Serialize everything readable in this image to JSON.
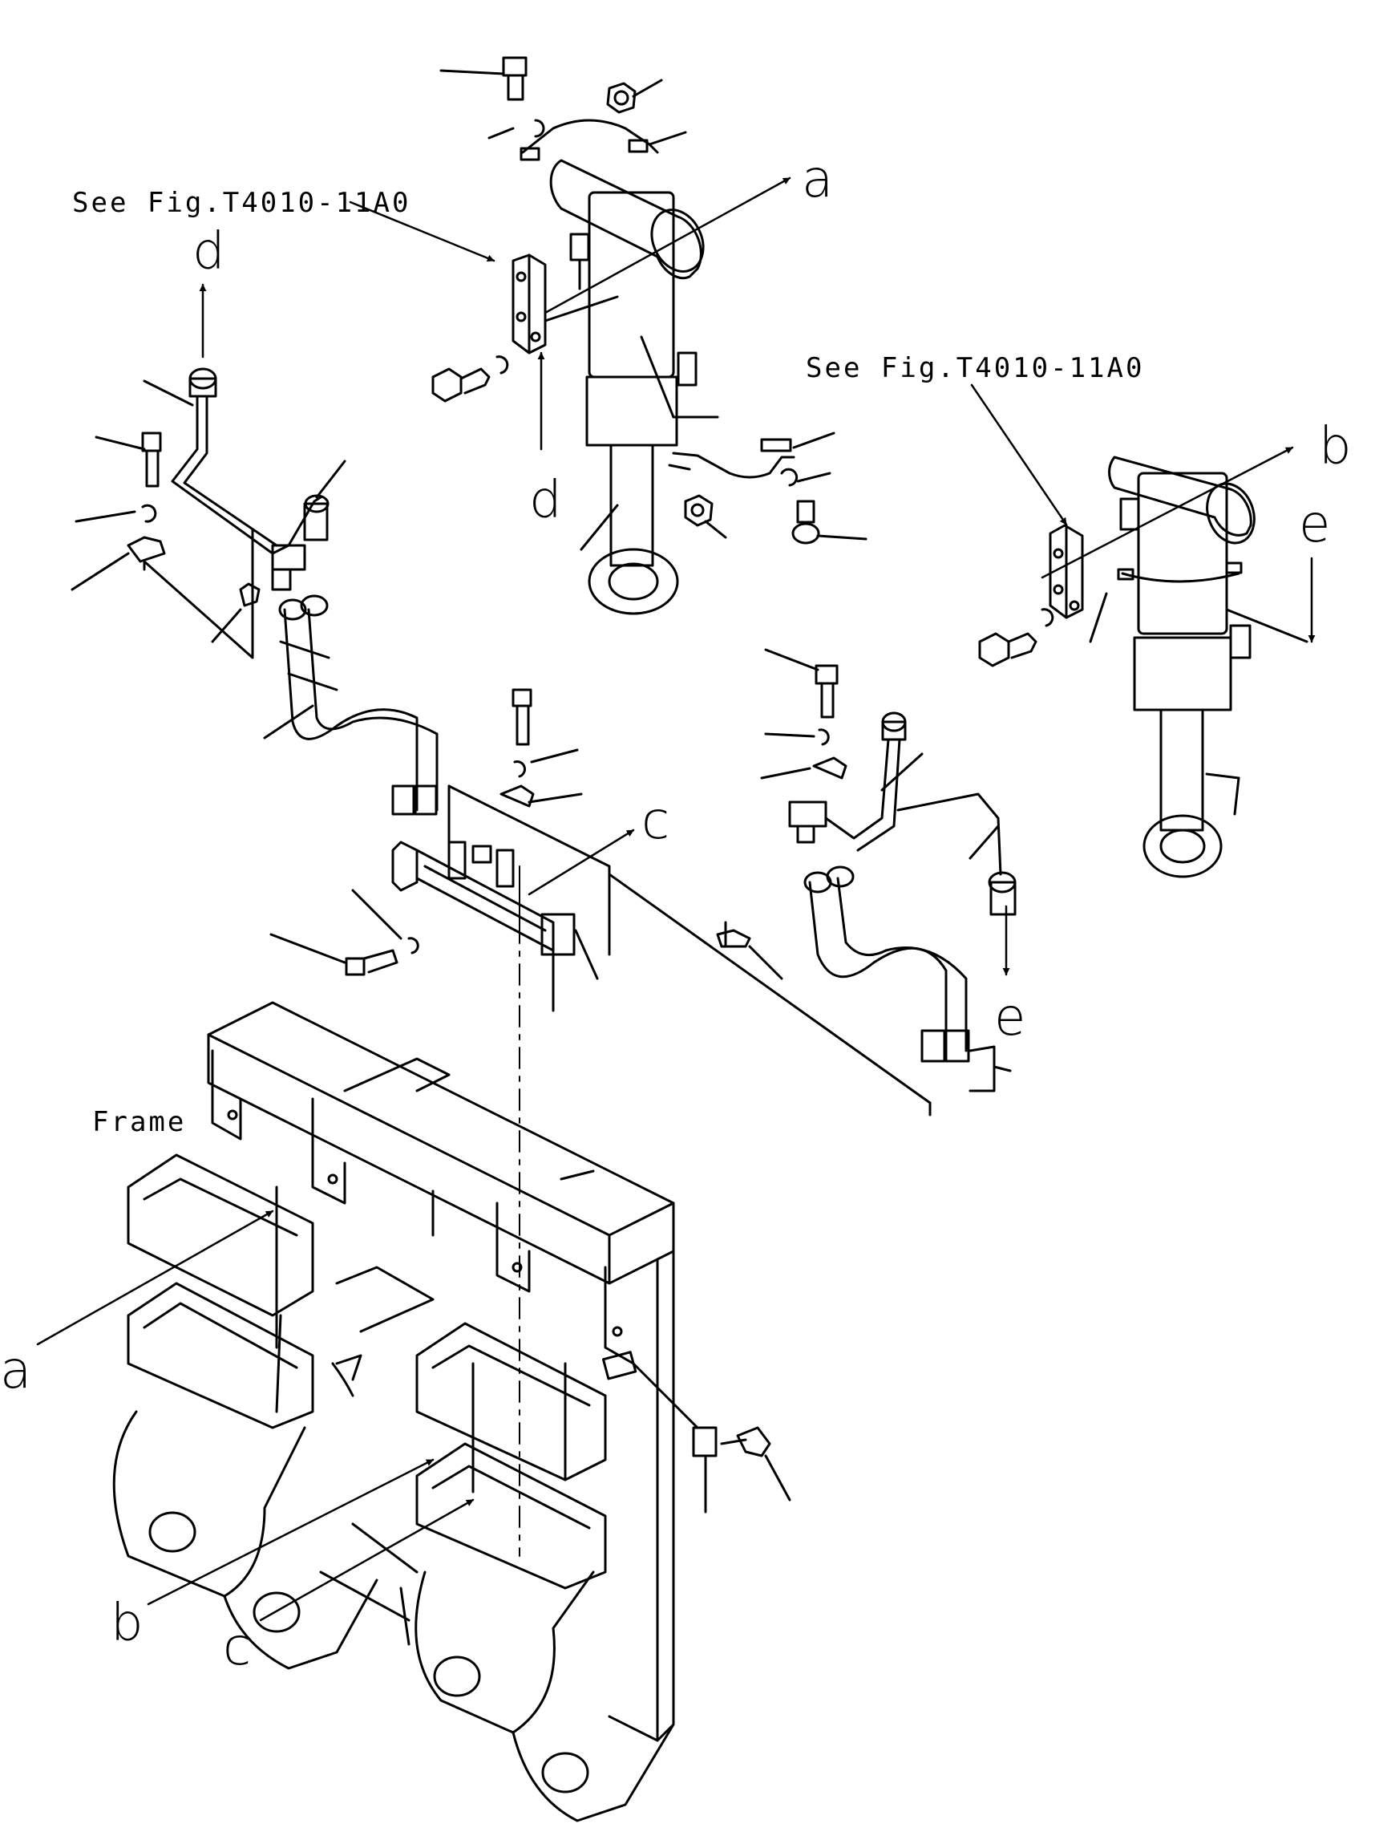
{
  "diagram": {
    "ref_label_top": "See Fig.T4010-11A0",
    "ref_label_right": "See Fig.T4010-11A0",
    "frame_label": "Frame",
    "callouts": {
      "a_top": "a",
      "a_bottom": "a",
      "b_top": "b",
      "b_bottom": "b",
      "c_top": "c",
      "c_bottom": "c",
      "d_top": "d",
      "d_mid": "d",
      "e_top": "e",
      "e_bottom": "e"
    }
  }
}
